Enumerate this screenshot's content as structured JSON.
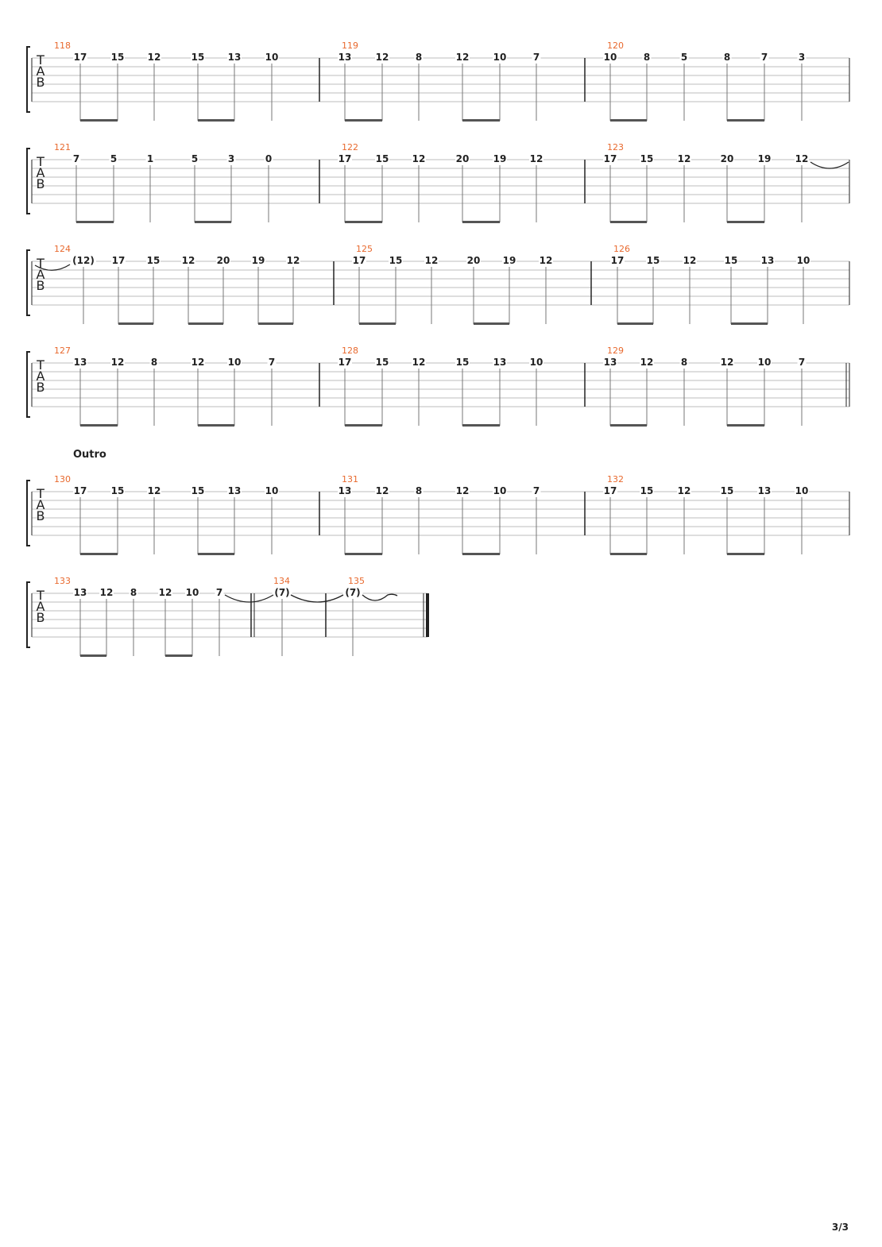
{
  "section_label": "Outro",
  "page_number": "3/3",
  "tab_clef": [
    "T",
    "A",
    "B"
  ],
  "systems": [
    {
      "measures": [
        {
          "number": "118",
          "notes": [
            "17",
            "15",
            "12",
            "15",
            "13",
            "10"
          ]
        },
        {
          "number": "119",
          "notes": [
            "13",
            "12",
            "8",
            "12",
            "10",
            "7"
          ]
        },
        {
          "number": "120",
          "notes": [
            "10",
            "8",
            "5",
            "8",
            "7",
            "3"
          ]
        }
      ]
    },
    {
      "measures": [
        {
          "number": "121",
          "notes": [
            "7",
            "5",
            "1",
            "5",
            "3",
            "0"
          ]
        },
        {
          "number": "122",
          "notes": [
            "17",
            "15",
            "12",
            "20",
            "19",
            "12"
          ]
        },
        {
          "number": "123",
          "notes": [
            "17",
            "15",
            "12",
            "20",
            "19",
            "12"
          ]
        }
      ]
    },
    {
      "measures": [
        {
          "number": "124",
          "notes": [
            "(12)",
            "17",
            "15",
            "12",
            "20",
            "19",
            "12"
          ]
        },
        {
          "number": "125",
          "notes": [
            "17",
            "15",
            "12",
            "20",
            "19",
            "12"
          ]
        },
        {
          "number": "126",
          "notes": [
            "17",
            "15",
            "12",
            "15",
            "13",
            "10"
          ]
        }
      ]
    },
    {
      "measures": [
        {
          "number": "127",
          "notes": [
            "13",
            "12",
            "8",
            "12",
            "10",
            "7"
          ]
        },
        {
          "number": "128",
          "notes": [
            "17",
            "15",
            "12",
            "15",
            "13",
            "10"
          ]
        },
        {
          "number": "129",
          "notes": [
            "13",
            "12",
            "8",
            "12",
            "10",
            "7"
          ]
        }
      ]
    },
    {
      "measures": [
        {
          "number": "130",
          "notes": [
            "17",
            "15",
            "12",
            "15",
            "13",
            "10"
          ]
        },
        {
          "number": "131",
          "notes": [
            "13",
            "12",
            "8",
            "12",
            "10",
            "7"
          ]
        },
        {
          "number": "132",
          "notes": [
            "17",
            "15",
            "12",
            "15",
            "13",
            "10"
          ]
        }
      ]
    },
    {
      "measures": [
        {
          "number": "133",
          "notes": [
            "13",
            "12",
            "8",
            "12",
            "10",
            "7"
          ]
        },
        {
          "number": "134",
          "notes": [
            "(7)"
          ]
        },
        {
          "number": "135",
          "notes": [
            "(7)"
          ]
        }
      ]
    }
  ],
  "colors": {
    "measure_number": "#e8692e",
    "ink": "#222222",
    "staff_line": "#bdbdbd",
    "beam": "#555555"
  }
}
